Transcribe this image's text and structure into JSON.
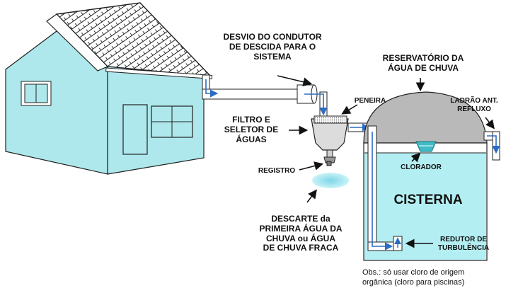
{
  "labels": {
    "desvio": "DESVIO DO CONDUTOR\nDE DESCIDA PARA O\nSISTEMA",
    "reservatorio": "RESERVATÓRIO DA\nÁGUA DE CHUVA",
    "ladrao": "LADRÃO ANT.\nREFLUXO",
    "peneira": "PENEIRA",
    "filtro": "FILTRO E\nSELETOR DE\nÁGUAS",
    "registro": "REGISTRO",
    "clorador": "CLORADOR",
    "cisterna": "CISTERNA",
    "descarte": "DESCARTE da\nPRIMEIRA ÁGUA DA\nCHUVA ou ÁGUA\nDE CHUVA FRACA",
    "redutor": "REDUTOR DE\nTURBULÊNCIA",
    "obs": "Obs.: só usar cloro de origem\norgânica (cloro para piscinas)"
  },
  "colors": {
    "house_wall": "#aee8ec",
    "roof": "#ffffff",
    "water": "#b3eef2",
    "dome": "#b9b9b9",
    "pipe": "#ffffff",
    "flow_arrow": "#2b6cc4"
  }
}
